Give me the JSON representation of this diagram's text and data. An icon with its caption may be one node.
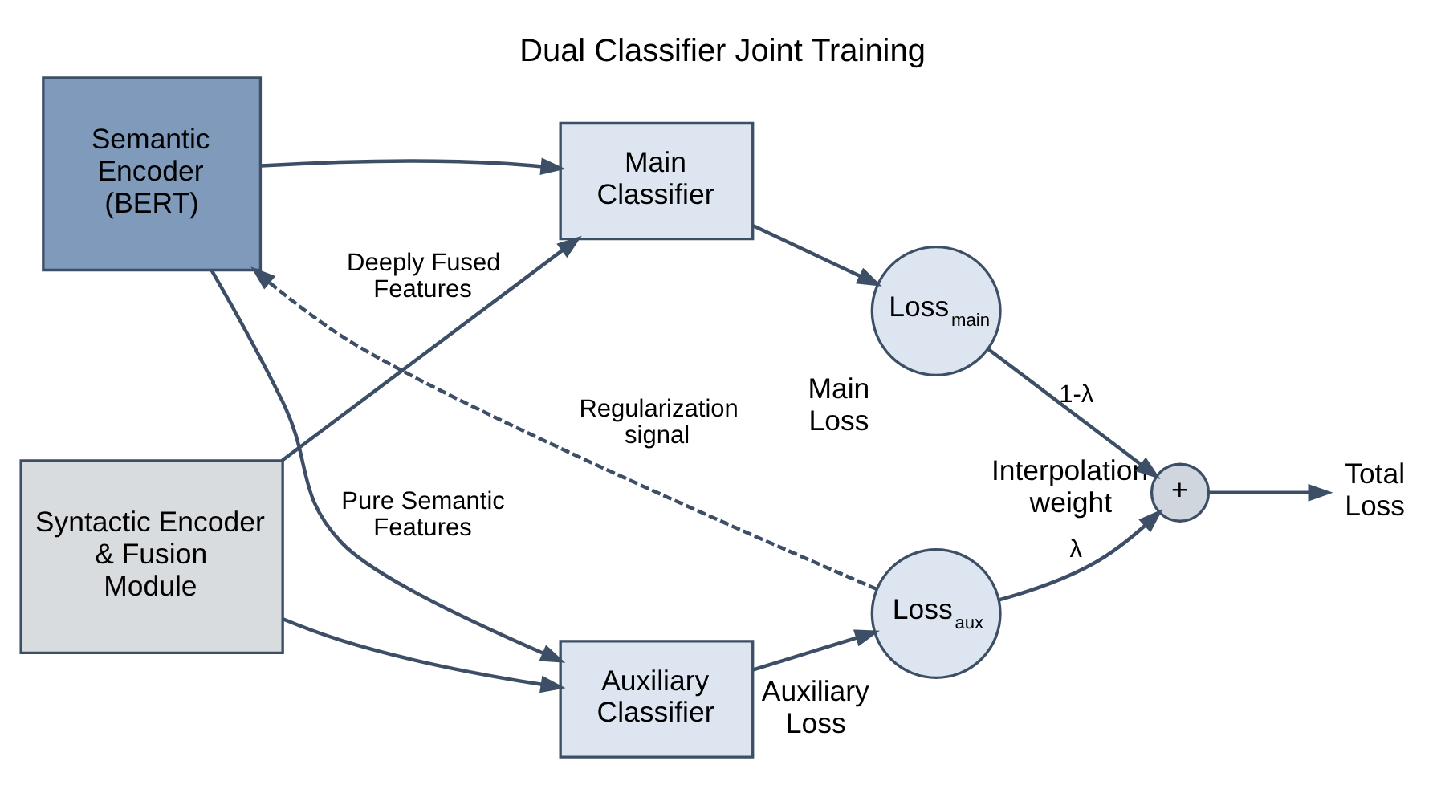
{
  "diagram": {
    "title": "Dual Classifier Joint Training",
    "nodes": [
      {
        "text": [
          "Semantic Encoder (BERT)"
        ]
      },
      {
        "text": [
          "Syntactic Encoder & Fusion Module"
        ]
      },
      {
        "text": [
          "Auxiliary Classifier"
        ]
      },
      {
        "text": [
          "Main Classifier"
        ]
      },
      {
        "text": [
          "Loss$_{aux}$"
        ],
        "beside": [
          "Auxiliary Loss"
        ]
      },
      {
        "text": [
          "Loss$_{main}$"
        ],
        "beside": [
          "Main Loss"
        ]
      },
      {
        "text": [
          "+"
        ],
        "beside": [
          "Interpolation weight"
        ]
      },
      {
        "text": [
          "Total Loss"
        ]
      }
    ],
    "edges": [
      {
        "from": 0,
        "to": 2,
        "arrow": "to",
        "label": "Pure Semantic Features"
      },
      {
        "from": 0,
        "to": 3,
        "arrow": "to"
      },
      {
        "from": 1,
        "to": 2,
        "arrow": "to"
      },
      {
        "from": 1,
        "to": 3,
        "arrow": "to",
        "label": "Deeply Fused Features"
      },
      {
        "from": 2,
        "to": 4,
        "arrow": "to"
      },
      {
        "from": 3,
        "to": 5,
        "arrow": "to"
      },
      {
        "from": 4,
        "to": 6,
        "arrow": "to",
        "label": "λ"
      },
      {
        "from": 5,
        "to": 6,
        "arrow": "to",
        "label": "1-λ"
      },
      {
        "from": 6,
        "to": 7,
        "arrow": "to"
      },
      {
        "from": 4,
        "to": 0,
        "arrow": "to",
        "label": "Regularization signal",
        "style": "dashed"
      }
    ]
  }
}
